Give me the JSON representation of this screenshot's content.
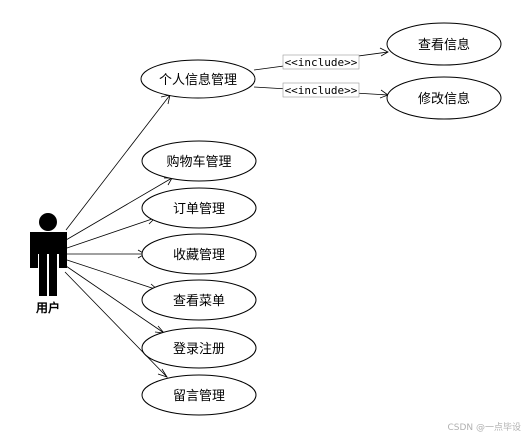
{
  "actor": {
    "label": "用户"
  },
  "use_cases": [
    {
      "id": "personal-info",
      "label": "个人信息管理"
    },
    {
      "id": "view-info",
      "label": "查看信息"
    },
    {
      "id": "edit-info",
      "label": "修改信息"
    },
    {
      "id": "cart",
      "label": "购物车管理"
    },
    {
      "id": "order",
      "label": "订单管理"
    },
    {
      "id": "favorite",
      "label": "收藏管理"
    },
    {
      "id": "view-menu",
      "label": "查看菜单"
    },
    {
      "id": "login",
      "label": "登录注册"
    },
    {
      "id": "message",
      "label": "留言管理"
    }
  ],
  "relations": {
    "include_1": "<<include>>",
    "include_2": "<<include>>"
  },
  "watermark": "CSDN @一点毕设"
}
